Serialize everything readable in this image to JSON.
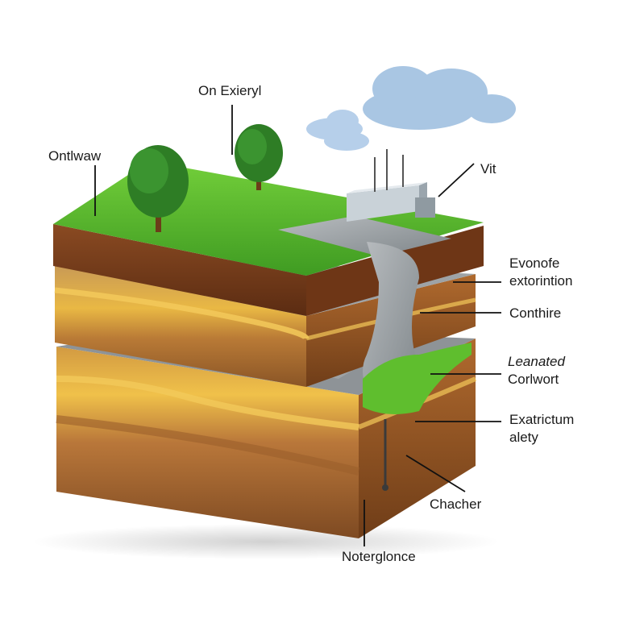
{
  "diagram": {
    "labels": {
      "top_left": "Ontlwaw",
      "top_center": "On Exieryl",
      "top_right": "Vit",
      "right_1_line1": "Evonofe",
      "right_1_line2": "extorintion",
      "right_2": "Conthire",
      "right_3_line1": "Leanated",
      "right_3_line2": "Corlwort",
      "right_4_line1": "Exatrictum",
      "right_4_line2": "alety",
      "bottom_right": "Chacher",
      "bottom": "Noterglonce"
    },
    "colors": {
      "grass": "#5fbe2e",
      "topsoil": "#7a3b1c",
      "sand": "#e2b456",
      "gravel": "#9aa0a3",
      "clay": "#b9773a",
      "sky_cloud": "#a9c6e3"
    }
  }
}
